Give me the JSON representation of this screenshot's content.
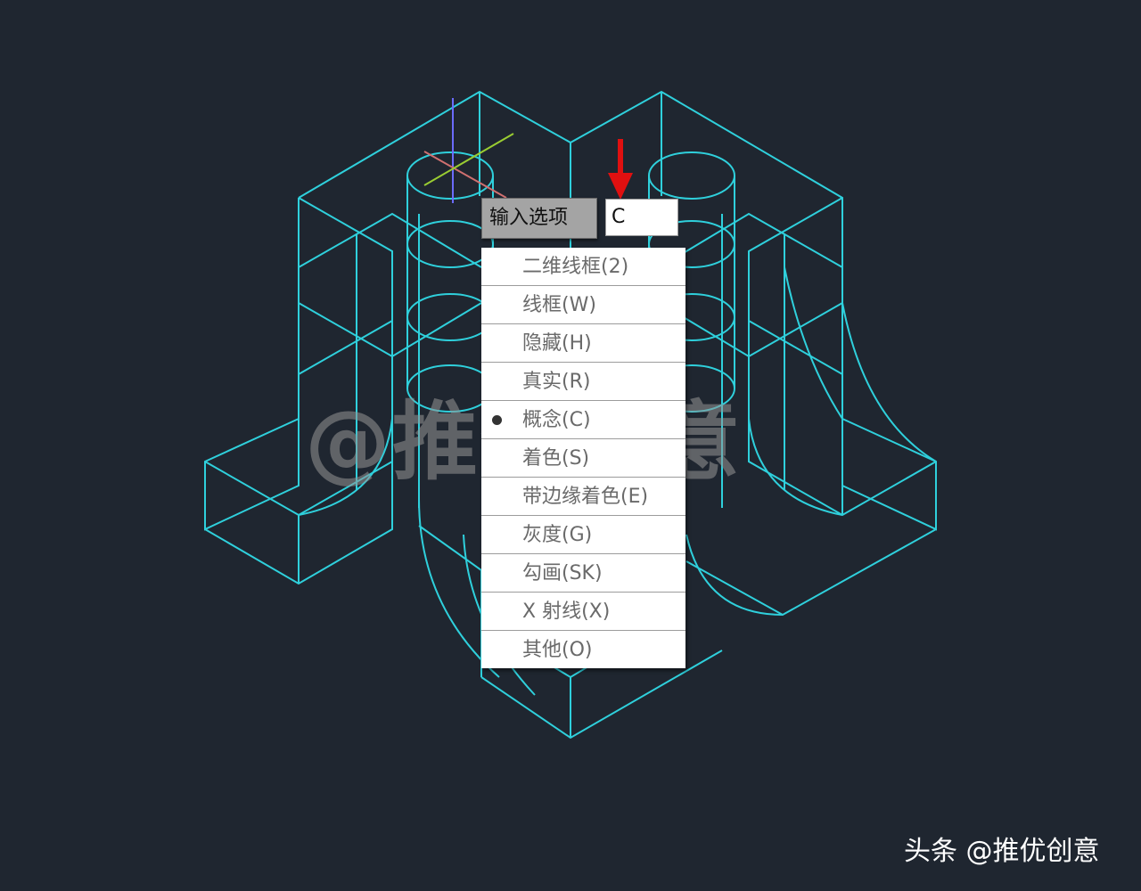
{
  "colors": {
    "background": "#1f2630",
    "wireframe": "#2fd0dc",
    "ucs_z": "#6b6bff",
    "ucs_x": "#d07070",
    "ucs_y": "#9acd32",
    "arrow": "#e01010",
    "menu_text": "#6a6a6a",
    "prompt_bg": "#a4a4a4"
  },
  "prompt": {
    "label": "输入选项",
    "input_value": "C"
  },
  "menu": {
    "items": [
      {
        "label": "二维线框(2)",
        "selected": false
      },
      {
        "label": "线框(W)",
        "selected": false
      },
      {
        "label": "隐藏(H)",
        "selected": false
      },
      {
        "label": "真实(R)",
        "selected": false
      },
      {
        "label": "概念(C)",
        "selected": true
      },
      {
        "label": "着色(S)",
        "selected": false
      },
      {
        "label": "带边缘着色(E)",
        "selected": false
      },
      {
        "label": "灰度(G)",
        "selected": false
      },
      {
        "label": "勾画(SK)",
        "selected": false
      },
      {
        "label": "X 射线(X)",
        "selected": false
      },
      {
        "label": "其他(O)",
        "selected": false
      }
    ]
  },
  "watermark": "@推优创意",
  "credit": "头条 @推优创意",
  "icons": {
    "arrow": "red-down-arrow-icon",
    "bullet": "selected-bullet-icon",
    "ucs": "ucs-axes-icon"
  }
}
